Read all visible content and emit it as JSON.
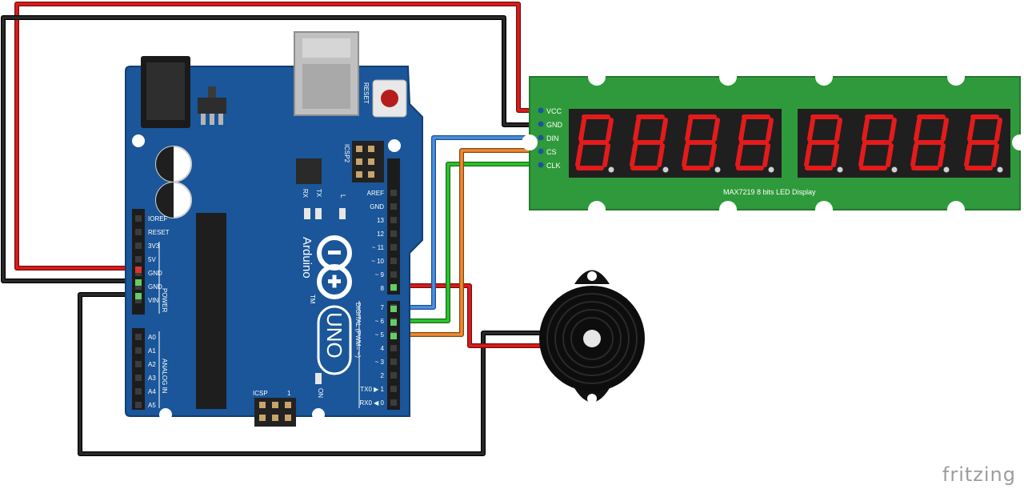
{
  "arduino": {
    "brand": "Arduino",
    "model": "UNO",
    "trademark": "TM",
    "reset_label": "RESET",
    "icsp2_label": "ICSP2",
    "icsp_label": "ICSP",
    "icsp_pin1": "1",
    "rx_label": "RX",
    "tx_label": "TX",
    "l_label": "L",
    "on_label": "ON",
    "power_group_label": "POWER",
    "analog_group_label": "ANALOG IN",
    "digital_group_label": "DIGITAL (PWM= ~)",
    "power_pins": [
      "IOREF",
      "RESET",
      "3V3",
      "5V",
      "GND",
      "GND",
      "VIN"
    ],
    "analog_pins": [
      "A0",
      "A1",
      "A2",
      "A3",
      "A4",
      "A5"
    ],
    "digital_pins_top": [
      "AREF",
      "GND",
      "13",
      "12",
      "~ 11",
      "~ 10",
      "~ 9",
      "8"
    ],
    "digital_pins_bottom": [
      "7",
      "~ 6",
      "~ 5",
      "4",
      "~ 3",
      "2",
      "TX0 ▶ 1",
      "RX0 ◀ 0"
    ]
  },
  "display_module": {
    "label": "MAX7219 8 bits LED Display",
    "pins": [
      "VCC",
      "GND",
      "DIN",
      "CS",
      "CLK"
    ],
    "digit_count": 8
  },
  "colors": {
    "board_blue": "#1a5699",
    "module_green": "#2f9a3b",
    "wire_red": "#e01b1b",
    "wire_black": "#1a1a1a",
    "wire_blue": "#3b82d6",
    "wire_orange": "#e07a20",
    "wire_green": "#23b223",
    "segment_red": "#e31b1b"
  },
  "watermark": "fritzing"
}
